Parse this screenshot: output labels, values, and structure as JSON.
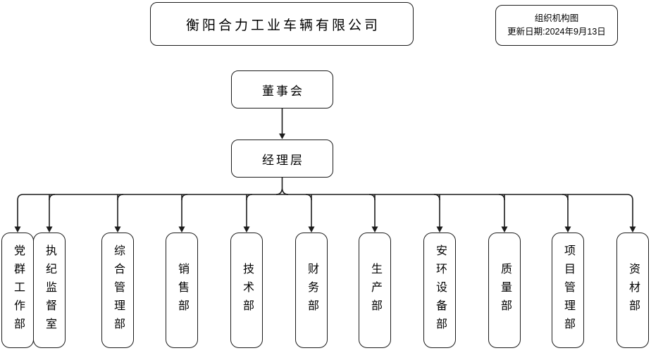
{
  "page": {
    "background_color": "#ffffff",
    "line_color": "#1c1c1c"
  },
  "header": {
    "company_title": "衡阳合力工业车辆有限公司",
    "info_box": {
      "title": "组织机构图",
      "update_date": "更新日期:2024年9月13日"
    }
  },
  "org_chart": {
    "type": "org-tree",
    "root": {
      "label": "董事会"
    },
    "management": {
      "label": "经理层"
    },
    "departments": [
      {
        "label": "党群工作部"
      },
      {
        "label": "执纪监督室"
      },
      {
        "label": "综合管理部"
      },
      {
        "label": "销售部"
      },
      {
        "label": "技术部"
      },
      {
        "label": "财务部"
      },
      {
        "label": "生产部"
      },
      {
        "label": "安环设备部"
      },
      {
        "label": "质量部"
      },
      {
        "label": "项目管理部"
      },
      {
        "label": "资材部"
      }
    ]
  }
}
